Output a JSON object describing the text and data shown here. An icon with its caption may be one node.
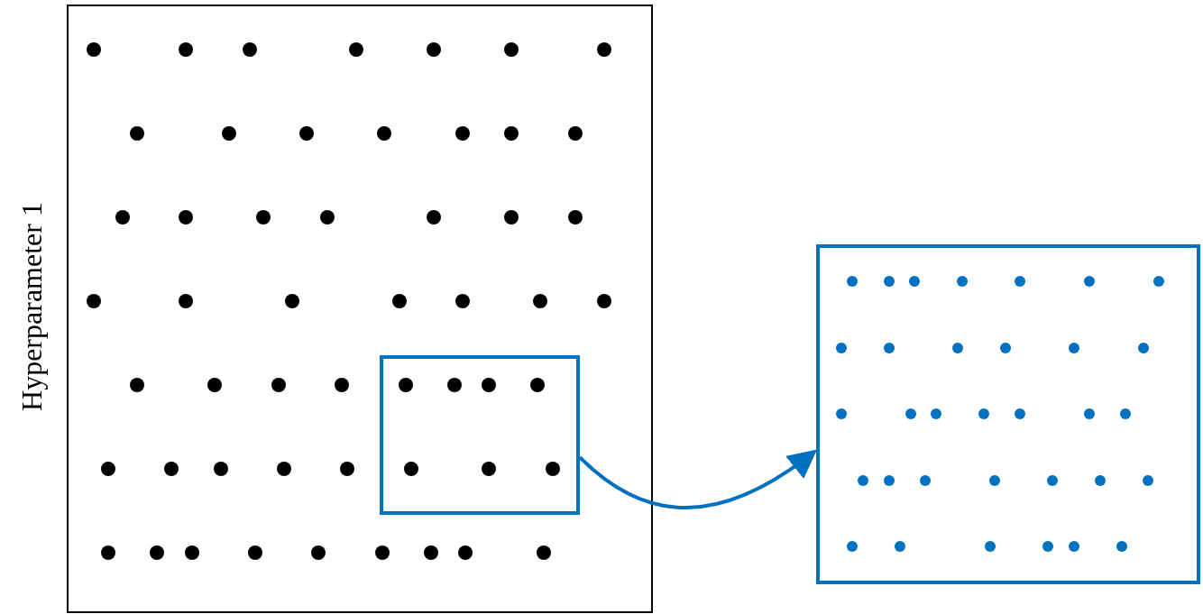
{
  "diagram": {
    "nodes": [
      {
        "text": [],
        "shape": "box"
      },
      {
        "text": [],
        "shape": "box",
        "in": 0
      },
      {
        "text": [],
        "shape": "box"
      }
    ],
    "edges": [
      {
        "from": 1,
        "to": 2,
        "arrow": "to",
        "color": "#0070c0"
      }
    ],
    "labels": [
      "Hyperparameter 1"
    ]
  }
}
